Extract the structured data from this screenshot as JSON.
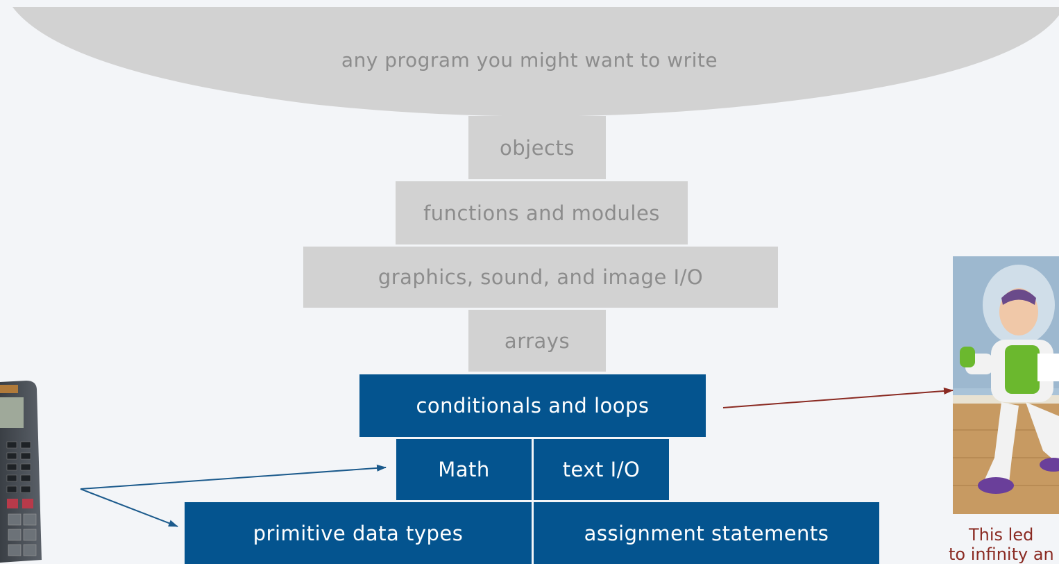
{
  "bowl": {
    "label": "any program you might want to write"
  },
  "layers": {
    "objects": "objects",
    "functions": "functions and modules",
    "graphics": "graphics, sound, and image I/O",
    "arrays": "arrays",
    "conditionals": "conditionals and loops",
    "math": "Math",
    "text_io": "text I/O",
    "primitive": "primitive data types",
    "assignment": "assignment statements"
  },
  "caption": {
    "line1": "This led",
    "line2": "to infinity an"
  },
  "colors": {
    "gray_block": "#d2d2d2",
    "gray_text": "#8c8c8c",
    "blue_block": "#04548f",
    "arrow_red": "#8a2a22",
    "arrow_blue": "#1b5a8c"
  }
}
